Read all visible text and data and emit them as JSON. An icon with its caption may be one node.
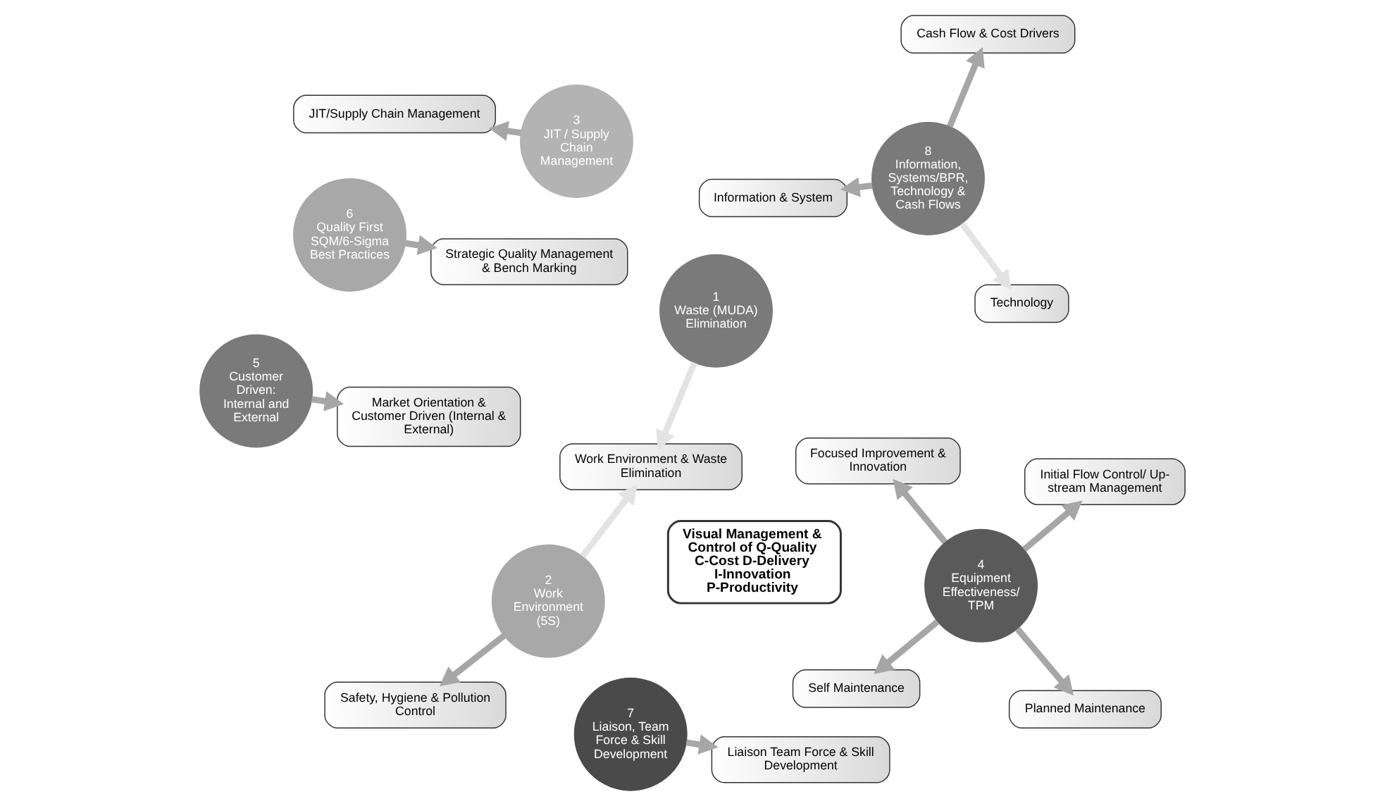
{
  "diagram": {
    "nodes": [
      {
        "text": [
          "Safety, Hygiene & Pollution Control"
        ]
      },
      {
        "text": [
          "JIT/Supply Chain Management"
        ]
      },
      {
        "text": [
          "Work Environment & Waste Elimination"
        ]
      },
      {
        "text": [
          "2",
          "Work Environment (5S)"
        ]
      },
      {
        "text": [
          "1",
          "Waste (MUDA) Elimination"
        ]
      },
      {
        "text": [
          "3",
          "JIT / Supply Chain Management"
        ]
      },
      {
        "text": [
          "Self Maintenance"
        ]
      },
      {
        "text": [
          "Information & System"
        ]
      },
      {
        "text": [
          "Planned Maintenance"
        ]
      },
      {
        "text": [
          "8",
          "Information, Systems/BPR, Technology & Cash Flows"
        ]
      },
      {
        "text": [
          "Visual Management & Control of Q-Quality C-Cost D-Delivery I-Innovation P-Productivity"
        ]
      },
      {
        "text": [
          "4",
          "Equipment Effectiveness/ TPM"
        ]
      },
      {
        "text": [
          "Technology"
        ]
      },
      {
        "text": [
          "Focused Improvement & Innovation"
        ]
      },
      {
        "text": [
          "Cash Flow & Cost Drivers"
        ]
      },
      {
        "text": [
          "7",
          "Liaison, Team Force & Skill Development"
        ]
      },
      {
        "text": [
          "5",
          "Customer Driven: Internal and External"
        ]
      },
      {
        "text": [
          "6",
          "Quality First SQM/6-Sigma Best Practices"
        ]
      },
      {
        "text": [
          "Initial Flow Control/ Up-stream Management"
        ]
      },
      {
        "text": [
          "Liaison Team Force & Skill Development"
        ]
      },
      {
        "text": [
          "Strategic Quality Management & Bench Marking"
        ]
      },
      {
        "text": [
          "Market Orientation & Customer Driven (Internal & External)"
        ]
      }
    ],
    "edges": [
      {
        "from": 3,
        "to": 0,
        "arrow": "to"
      },
      {
        "from": 3,
        "to": 2,
        "arrow": "to",
        "color": "#e3e3e3"
      },
      {
        "from": 4,
        "to": 2,
        "arrow": "to",
        "color": "#e3e3e3"
      },
      {
        "from": 5,
        "to": 1,
        "arrow": "to"
      },
      {
        "from": 11,
        "to": 6,
        "arrow": "to"
      },
      {
        "from": 11,
        "to": 8,
        "arrow": "to"
      },
      {
        "from": 11,
        "to": 13,
        "arrow": "to"
      },
      {
        "from": 11,
        "to": 18,
        "arrow": "to"
      },
      {
        "from": 16,
        "to": 21,
        "arrow": "to"
      },
      {
        "from": 17,
        "to": 20,
        "arrow": "to"
      },
      {
        "from": 15,
        "to": 19,
        "arrow": "to"
      },
      {
        "from": 9,
        "to": 7,
        "arrow": "to"
      },
      {
        "from": 9,
        "to": 12,
        "arrow": "to",
        "color": "#e3e3e3"
      },
      {
        "from": 9,
        "to": 14,
        "arrow": "to"
      }
    ]
  }
}
